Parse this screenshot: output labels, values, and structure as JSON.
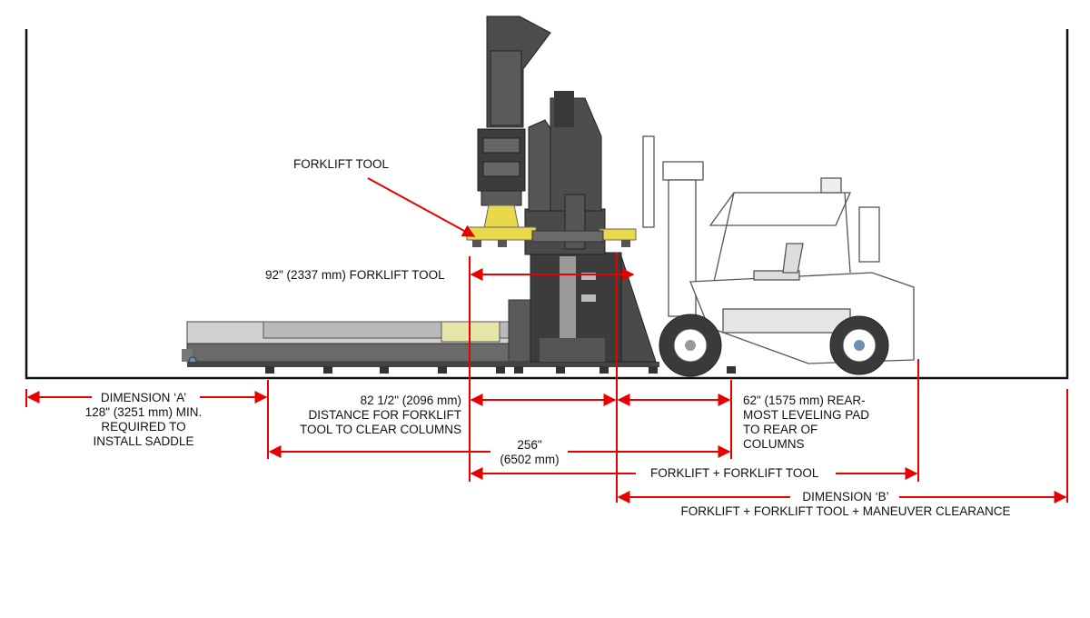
{
  "labels": {
    "forklift_tool": "FORKLIFT TOOL",
    "tool_width": "92\" (2337 mm) FORKLIFT TOOL",
    "dimension_a": [
      "DIMENSION ‘A’",
      "128\" (3251 mm) MIN.",
      "REQUIRED TO",
      "INSTALL SADDLE"
    ],
    "clear_columns": [
      "82 1/2\" (2096 mm)",
      "DISTANCE FOR FORKLIFT",
      "TOOL TO CLEAR COLUMNS"
    ],
    "leveling_pad": [
      "62\" (1575 mm) REAR-",
      "MOST LEVELING PAD",
      "TO REAR OF",
      "COLUMNS"
    ],
    "overall": [
      "256\"",
      "(6502 mm)"
    ],
    "forklift_plus_tool": "FORKLIFT + FORKLIFT TOOL",
    "dimension_b": [
      "DIMENSION ‘B’",
      "FORKLIFT + FORKLIFT TOOL +  MANEUVER CLEARANCE"
    ]
  },
  "colors": {
    "dimension": "#e60000",
    "machine": "#4a4a4a",
    "machine_dark": "#2f2f2f",
    "tool": "#e8d84a",
    "forklift_line": "#555555"
  }
}
